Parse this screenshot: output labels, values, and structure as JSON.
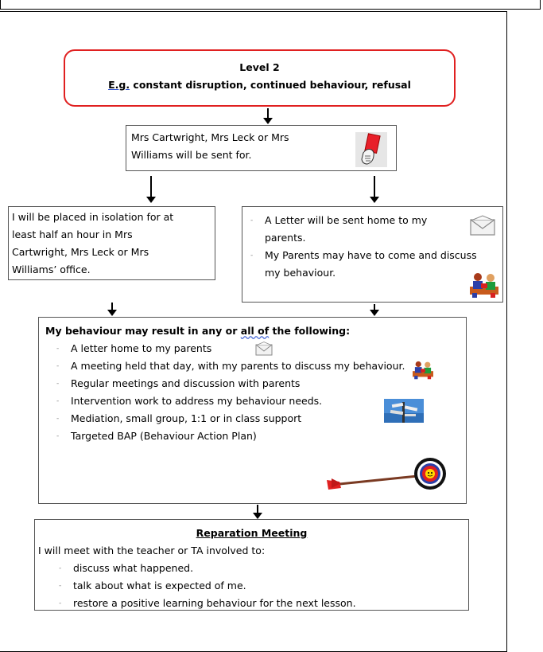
{
  "level": {
    "title": "Level 2",
    "eg_prefix": "E.g.",
    "description": " constant disruption, continued behaviour, refusal"
  },
  "sent_for": {
    "line1": "Mrs Cartwright, Mrs Leck or Mrs",
    "line2": "Williams will be sent for."
  },
  "isolation": {
    "lines": [
      "I will be placed in isolation for at",
      "least half an hour in Mrs",
      "Cartwright, Mrs Leck or Mrs",
      "Williams’ office."
    ]
  },
  "parents_box": {
    "items": [
      "A Letter will be sent home to my parents.",
      "My Parents may have to come and discuss my behaviour."
    ]
  },
  "outcomes": {
    "heading_start": "My behaviour may result in any or ",
    "heading_all": "all ",
    "heading_of": "of",
    "heading_end": " the following:",
    "items": [
      "A letter home to my parents",
      "A meeting held that day, with my parents to discuss my behaviour.",
      "Regular meetings and discussion with parents",
      "Intervention work to address my behaviour needs.",
      "Mediation, small group, 1:1 or in class support",
      "Targeted BAP (Behaviour Action Plan)"
    ]
  },
  "reparation": {
    "title": "Reparation Meeting",
    "intro": "I will meet with the teacher or TA involved to:",
    "items": [
      "discuss what happened.",
      "talk about what is expected of me.",
      "restore a positive learning behaviour for the next lesson."
    ]
  },
  "icons": {
    "red_card": "red-card-icon",
    "envelope": "envelope-icon",
    "meeting": "meeting-people-icon",
    "signpost": "signpost-icon",
    "target": "target-arrow-icon"
  },
  "colors": {
    "level_border": "#e02020",
    "card_red": "#e8202a"
  }
}
